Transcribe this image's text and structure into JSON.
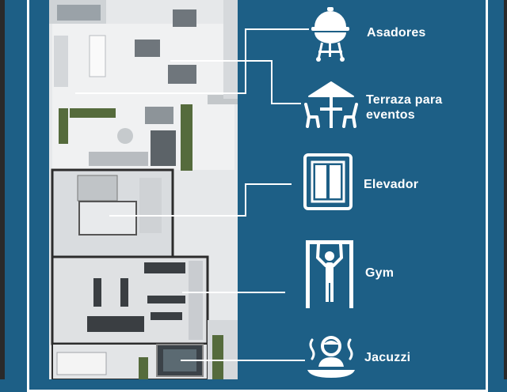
{
  "amenities": [
    {
      "label": "Asadores",
      "icon": "grill-icon"
    },
    {
      "label": "Terraza para eventos",
      "icon": "terrace-table-icon"
    },
    {
      "label": "Elevador",
      "icon": "elevator-icon"
    },
    {
      "label": "Gym",
      "icon": "gym-pullup-icon"
    },
    {
      "label": "Jacuzzi",
      "icon": "jacuzzi-icon"
    }
  ],
  "colors": {
    "background": "#1d5f86",
    "foreground": "#ffffff"
  }
}
